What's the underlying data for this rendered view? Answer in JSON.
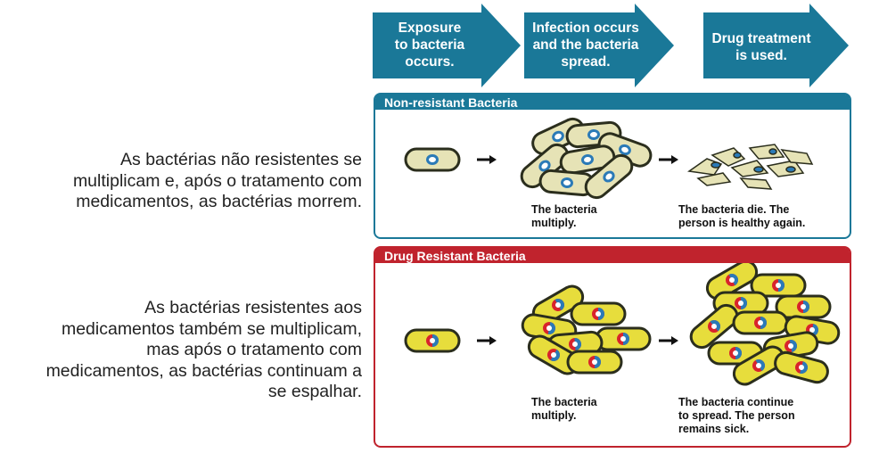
{
  "stages": [
    {
      "lines": [
        "Exposure",
        "to bacteria",
        "occurs."
      ]
    },
    {
      "lines": [
        "Infection occurs",
        "and the bacteria",
        "spread."
      ]
    },
    {
      "lines": [
        "Drug treatment",
        "is used."
      ]
    }
  ],
  "non_resistant": {
    "title": "Non-resistant Bacteria",
    "caption_multiply": [
      "The bacteria",
      "multiply."
    ],
    "caption_result": [
      "The bacteria die. The",
      "person is healthy again."
    ]
  },
  "resistant": {
    "title": "Drug Resistant Bacteria",
    "caption_multiply": [
      "The bacteria",
      "multiply."
    ],
    "caption_result": [
      "The bacteria continue",
      "to spread. The person",
      "remains sick."
    ]
  },
  "descriptions": {
    "non_resistant": [
      "As bactérias não resistentes se",
      "multiplicam e, após o tratamento com",
      "medicamentos, as bactérias morrem."
    ],
    "resistant": [
      "As bactérias resistentes aos",
      "medicamentos também se multiplicam,",
      "mas após o tratamento com",
      "medicamentos, as bactérias continuam a",
      "se espalhar."
    ]
  },
  "colors": {
    "teal": "#1a7898",
    "red": "#c0232d",
    "cell_beige": "#e6e3b6",
    "cell_yellow": "#e7dd3c",
    "outline": "#2b2e1d",
    "nucleus_blue": "#2b7ab7",
    "nucleus_red": "#d8242c"
  }
}
